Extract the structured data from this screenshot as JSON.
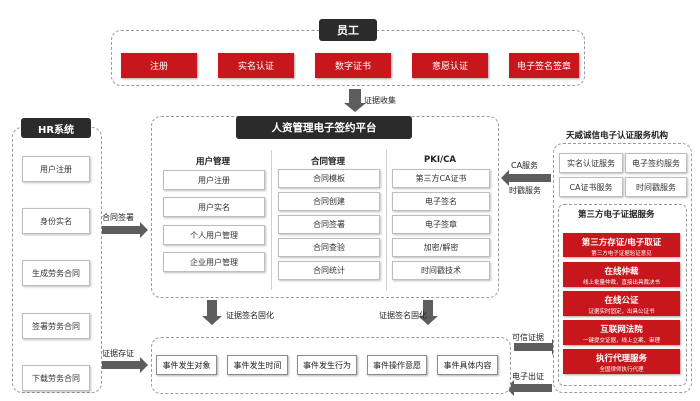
{
  "employee": {
    "title": "员工",
    "steps": [
      "注册",
      "实名认证",
      "数字证书",
      "意愿认证",
      "电子签名签章"
    ],
    "arrow_label": "证据收集"
  },
  "hr": {
    "title": "HR系统",
    "steps": [
      "用户注册",
      "身份实名",
      "生成劳务合同",
      "签署劳务合同",
      "下载劳务合同"
    ],
    "contract_sign_label": "合同签署",
    "evidence_store_label": "证据存证"
  },
  "platform": {
    "title": "人资管理电子签约平台",
    "columns": [
      {
        "head": "用户管理",
        "items": [
          "用户注册",
          "用户实名",
          "个人用户管理",
          "企业用户管理"
        ]
      },
      {
        "head": "合同管理",
        "items": [
          "合同模板",
          "合同创建",
          "合同签署",
          "合同查验",
          "合同统计"
        ]
      },
      {
        "head": "PKI/CA",
        "items": [
          "第三方CA证书",
          "电子签名",
          "电子签章",
          "加密/解密",
          "时间戳技术"
        ]
      }
    ],
    "solidify_left": "证据签名固化",
    "solidify_right": "证据签名固化"
  },
  "events": {
    "items": [
      "事件发生对象",
      "事件发生时间",
      "事件发生行为",
      "事件操作意愿",
      "事件具体内容"
    ]
  },
  "tianwei": {
    "title": "天威诚信电子认证服务机构",
    "services": [
      "实名认证服务",
      "电子签约服务",
      "CA证书服务",
      "时间戳服务"
    ],
    "ca_label": "CA服务",
    "timestamp_label": "时戳服务",
    "third_party_title": "第三方电子证据服务",
    "panels": [
      {
        "title": "第三方存证/电子取证",
        "sub": "第三方电子证据验证意见"
      },
      {
        "title": "在线仲裁",
        "sub": "线上批量仲裁，直接出具裁决书"
      },
      {
        "title": "在线公证",
        "sub": "证据实时固定，出具公证书"
      },
      {
        "title": "互联网法院",
        "sub": "一键提交证据，线上立案、审理"
      },
      {
        "title": "执行代理服务",
        "sub": "全国律师执行代理"
      }
    ],
    "trusted_label": "可信证据",
    "issue_label": "电子出证"
  },
  "colors": {
    "accent": "#c8161d",
    "dark": "#2b2b2b",
    "arrow": "#6b6b6b"
  }
}
